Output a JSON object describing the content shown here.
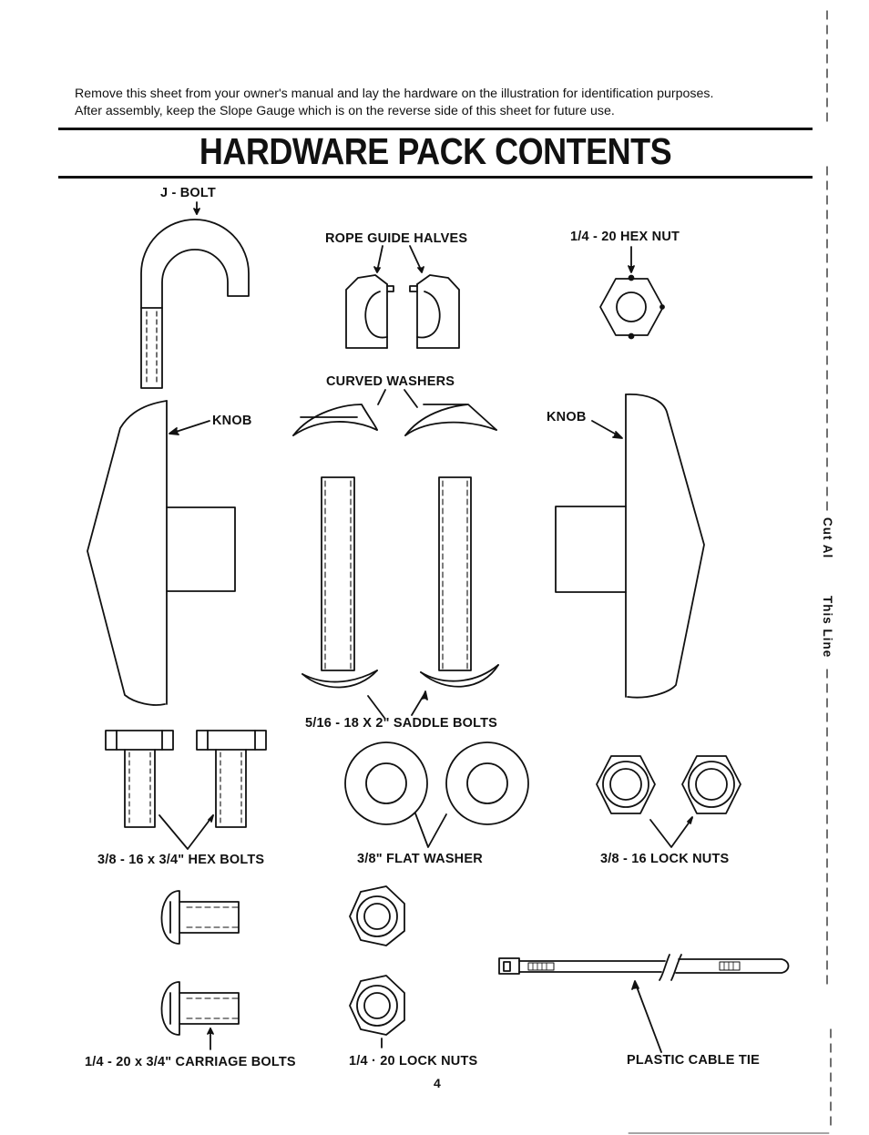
{
  "intro": {
    "line1": "Remove this sheet from your owner's manual and lay the hardware on the illustration for identification purposes.",
    "line2": "After assembly, keep the Slope Gauge which is on the reverse side of this sheet for future use."
  },
  "title": "HARDWARE PACK CONTENTS",
  "labels": {
    "j_bolt": "J - BOLT",
    "rope_guide_halves": "ROPE GUIDE HALVES",
    "hex_nut": "1/4 - 20 HEX NUT",
    "curved_washers": "CURVED WASHERS",
    "knob_left": "KNOB",
    "knob_right": "KNOB",
    "saddle_bolts": "5/16 - 18 X 2\" SADDLE BOLTS",
    "hex_bolts": "3/8 - 16 x 3/4\" HEX BOLTS",
    "flat_washer": "3/8\" FLAT WASHER",
    "lock_nuts_38": "3/8 - 16 LOCK NUTS",
    "carriage_bolts": "1/4 - 20 x 3/4\" CARRIAGE BOLTS",
    "lock_nuts_14": "1/4 · 20 LOCK NUTS",
    "cable_tie": "PLASTIC CABLE TIE"
  },
  "cut_line": {
    "part1": "Cut Al",
    "part2": "This Line"
  },
  "page_number": "4"
}
